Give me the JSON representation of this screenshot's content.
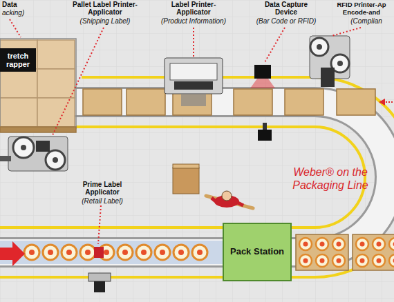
{
  "diagram": {
    "nodes": [
      {
        "text": [
          "tretch rapper"
        ]
      },
      {
        "text": [
          "Pack Station"
        ]
      }
    ],
    "labels": [
      "Data",
      "acking)",
      "Pallet Label Printer-Applicator",
      "(Shipping Label)",
      "Label Printer-Applicator",
      "(Product Information)",
      "Data Capture Device",
      "(Bar Code or RFID)",
      "RFID Printer-Ap Encode-and",
      "(Complian",
      "Prime Label Applicator",
      "(Retail Label)",
      "Weber® on the Packaging Line"
    ]
  }
}
